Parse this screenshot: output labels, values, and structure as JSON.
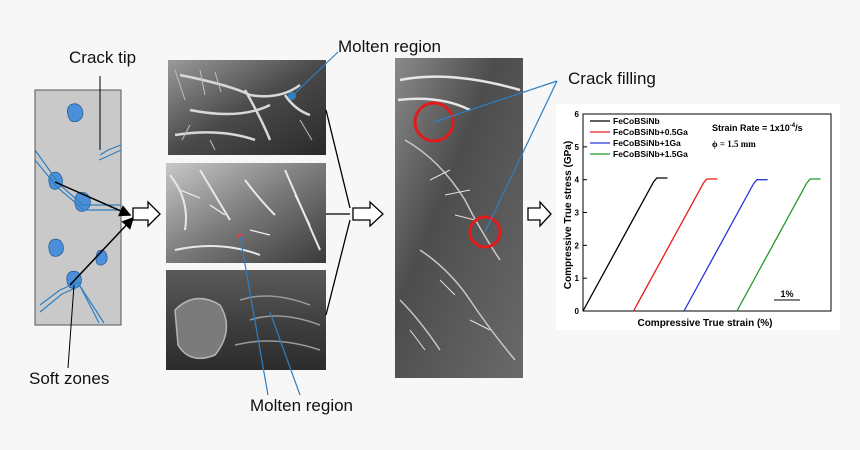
{
  "figure": {
    "labels": {
      "crack_tip": "Crack tip",
      "soft_zones": "Soft zones",
      "molten_region_top": "Molten region",
      "molten_region_bottom": "Molten region",
      "crack_filling": "Crack filling"
    },
    "colors": {
      "callout": "#2f7fc1",
      "soft_zone": "#4a8fd8",
      "crack_circle": "#e11b1b",
      "schematic_bg": "#c9c9c9"
    },
    "schematic": {
      "description_icons": [
        "soft-zone-blob",
        "crack-line"
      ]
    }
  },
  "chart_data": {
    "type": "line",
    "xlabel": "Compressive True strain (%)",
    "ylabel": "Compressive True stress (GPa)",
    "ylim": [
      0,
      6
    ],
    "yticks": [
      "0",
      "1",
      "2",
      "3",
      "4",
      "5",
      "6"
    ],
    "scale_bar_label": "1%",
    "annotation_line1": "Strain Rate = 1x10",
    "annotation_exp": "-4",
    "annotation_unit": "/s",
    "annotation_line2": "ϕ = 1.5 mm",
    "legend_placement": "top-left",
    "grid": false,
    "series": [
      {
        "name": "FeCoBSiNb",
        "color": "#000000",
        "x_start": 0.0,
        "peak": 4.05
      },
      {
        "name": "FeCoBSiNb+0.5Ga",
        "color": "#e8191b",
        "x_start": 1.1,
        "peak": 4.02
      },
      {
        "name": "FeCoBSiNb+1Ga",
        "color": "#2b36d9",
        "x_start": 2.2,
        "peak": 4.0
      },
      {
        "name": "FeCoBSiNb+1.5Ga",
        "color": "#1e9a2b",
        "x_start": 3.35,
        "peak": 4.02
      }
    ]
  }
}
